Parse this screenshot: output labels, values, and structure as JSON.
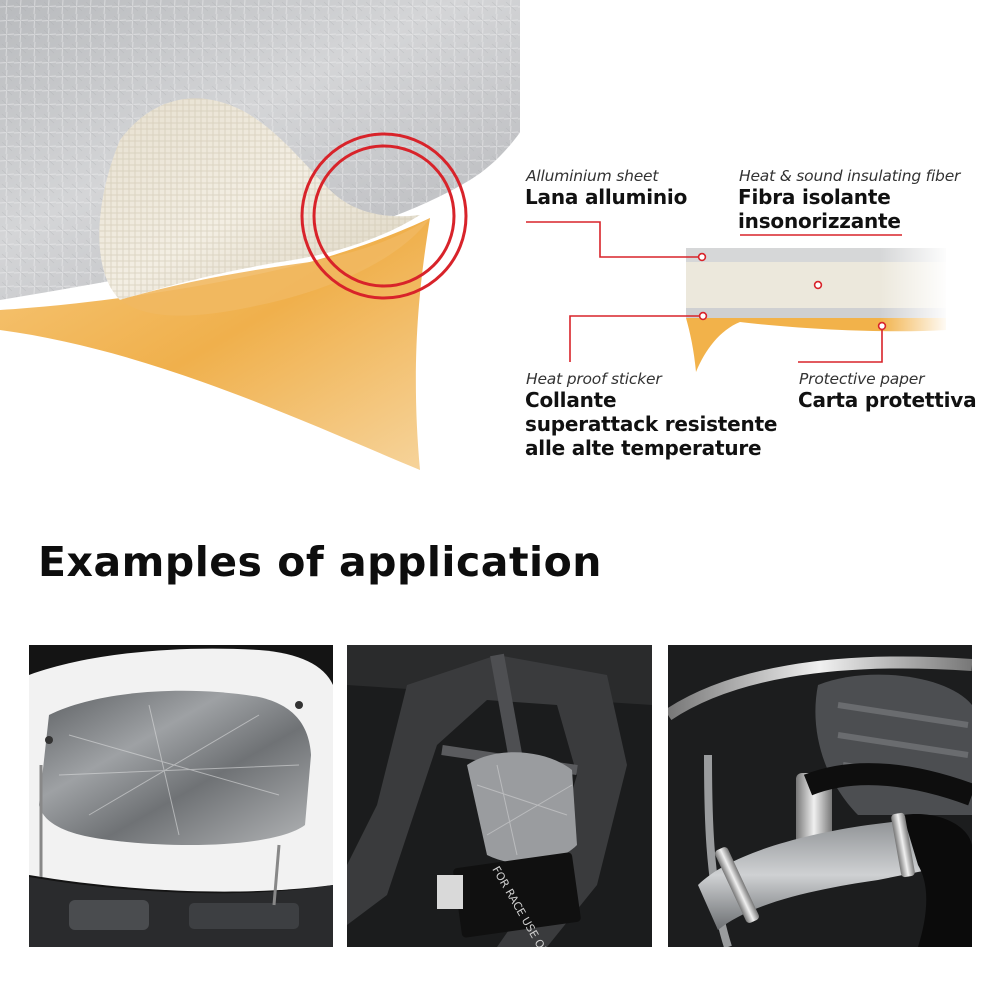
{
  "layers": {
    "aluminium": {
      "label_en": "Alluminium sheet",
      "label_it": [
        "Lana alluminio"
      ]
    },
    "fiber": {
      "label_en": "Heat & sound insulating fiber",
      "label_it": [
        "Fibra isolante",
        "insonorizzante"
      ]
    },
    "sticker": {
      "label_en": "Heat proof sticker",
      "label_it": [
        "Collante",
        "superattack resistente",
        "alle alte temperature"
      ]
    },
    "paper": {
      "label_en": "Protective paper",
      "label_it": [
        "Carta protettiva"
      ]
    }
  },
  "heading": "Examples of application",
  "photos": {
    "bike_sticker_text": "FOR RACE USE ONLY"
  },
  "colors": {
    "accent_red": "#d8232a",
    "adhesive_orange": "#f2b24a",
    "foil_silver": "#c9cacc",
    "fiber_cream": "#ece6d6"
  }
}
